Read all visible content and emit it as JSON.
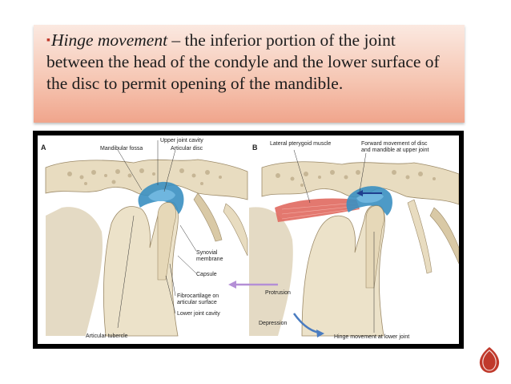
{
  "slide": {
    "bullet_symbol": "▪",
    "term": "Hinge movement",
    "body": " – the inferior portion of the joint between the head of the condyle and the lower surface of the disc to permit opening of the mandible."
  },
  "figure": {
    "panel_a": {
      "letter": "A",
      "labels": {
        "upper_joint_cavity": "Upper joint cavity",
        "mandibular_fossa": "Mandibular fossa",
        "articular_disc": "Articular disc",
        "synovial_membrane_1": "Synovial",
        "synovial_membrane_2": "membrane",
        "capsule": "Capsule",
        "fibrocartilage_1": "Fibrocartilage on",
        "fibrocartilage_2": "articular surface",
        "lower_joint_cavity": "Lower joint cavity",
        "articular_tubercle": "Articular tubercle"
      }
    },
    "panel_b": {
      "letter": "B",
      "labels": {
        "lateral_pterygoid": "Lateral pterygoid muscle",
        "forward_movement_1": "Forward movement of disc",
        "forward_movement_2": "and mandible at upper joint",
        "protrusion": "Protrusion",
        "depression": "Depression",
        "hinge_movement": "Hinge movement at lower joint"
      }
    },
    "colors": {
      "bone": "#e8dcc0",
      "bone_shadow": "#b9a684",
      "disc": "#3a8fc1",
      "muscle": "#e0695f",
      "protrusion_arrow": "#b48fd6",
      "depression_arrow": "#4a7cc0"
    }
  },
  "badge": {
    "icon": "flame-badge-icon",
    "color": "#c0392b"
  }
}
